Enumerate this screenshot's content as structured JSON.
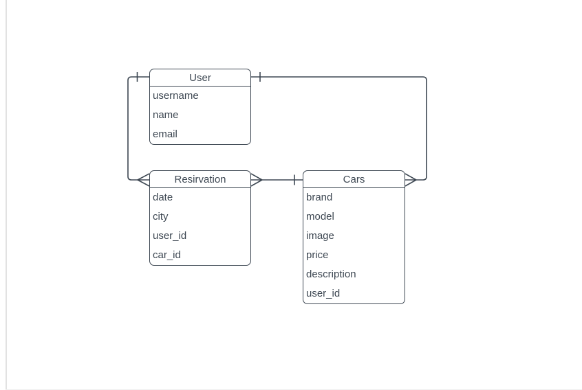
{
  "diagram_type": "entity-relationship",
  "entities": [
    {
      "name": "User",
      "fields": [
        "username",
        "name",
        "email"
      ]
    },
    {
      "name": "Resirvation",
      "fields": [
        "date",
        "city",
        "user_id",
        "car_id"
      ]
    },
    {
      "name": "Cars",
      "fields": [
        "brand",
        "model",
        "image",
        "price",
        "description",
        "user_id"
      ]
    }
  ],
  "relationships": [
    {
      "from": "User",
      "from_cardinality": "one",
      "to": "Resirvation",
      "to_cardinality": "many"
    },
    {
      "from": "User",
      "from_cardinality": "one",
      "to": "Cars",
      "to_cardinality": "many"
    },
    {
      "from": "Cars",
      "from_cardinality": "one",
      "to": "Resirvation",
      "to_cardinality": "many"
    }
  ],
  "colors": {
    "stroke": "#3d4752",
    "text": "#3d4752",
    "entity_fill": "#ffffff",
    "canvas_bg": "#ffffff",
    "page_edge": "#e2e2e2"
  }
}
